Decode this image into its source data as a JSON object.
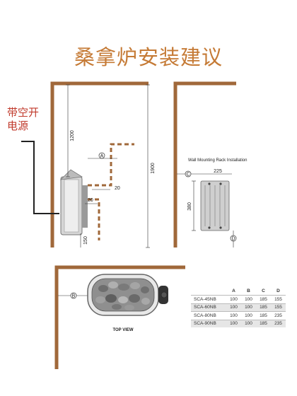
{
  "title": "桑拿炉安装建议",
  "power_label": "带空开电源",
  "side_view": {
    "dim_height": "1200",
    "dim_total": "1900",
    "dim_offset_1": "20",
    "dim_offset_2": "20",
    "dim_floor": "150",
    "marker_a": "A"
  },
  "rack_view": {
    "caption": "Wall Mounting Rack Installation",
    "dim_width": "225",
    "dim_height": "380",
    "marker_c": "C",
    "marker_d": "D"
  },
  "top_view": {
    "caption": "TOP VIEW",
    "marker_b": "B"
  },
  "table": {
    "headers": [
      "",
      "A",
      "B",
      "C",
      "D"
    ],
    "rows": [
      [
        "SCA-45NB",
        "100",
        "100",
        "185",
        "155"
      ],
      [
        "SCA-60NB",
        "100",
        "100",
        "185",
        "155"
      ],
      [
        "SCA-80NB",
        "100",
        "100",
        "185",
        "235"
      ],
      [
        "SCA-90NB",
        "100",
        "100",
        "185",
        "235"
      ]
    ]
  },
  "colors": {
    "wall": "#a0683a",
    "title": "#c57a35",
    "power_label": "#c0392b"
  }
}
